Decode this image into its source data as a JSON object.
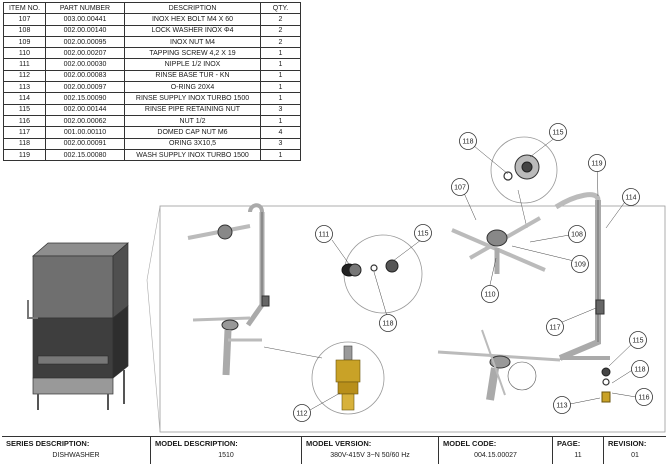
{
  "parts_table": {
    "headers": [
      "ITEM NO.",
      "PART NUMBER",
      "DESCRIPTION",
      "QTY."
    ],
    "rows": [
      [
        "107",
        "003.00.00441",
        "INOX HEX BOLT M4 X 60",
        "2"
      ],
      [
        "108",
        "002.00.00140",
        "LOCK WASHER INOX Φ4",
        "2"
      ],
      [
        "109",
        "002.00.00095",
        "INOX NUT M4",
        "2"
      ],
      [
        "110",
        "002.00.00207",
        "TAPPING SCREW 4,2 X 19",
        "1"
      ],
      [
        "111",
        "002.00.00030",
        "NIPPLE 1/2 INOX",
        "1"
      ],
      [
        "112",
        "002.00.00083",
        "RINSE BASE TUR - KN",
        "1"
      ],
      [
        "113",
        "002.00.00097",
        "O-RING 20X4",
        "1"
      ],
      [
        "114",
        "002.15.00090",
        "RINSE SUPPLY INOX TURBO 1500",
        "1"
      ],
      [
        "115",
        "002.00.00144",
        "RINSE PIPE RETAINING NUT",
        "3"
      ],
      [
        "116",
        "002.00.00062",
        "NUT 1/2",
        "1"
      ],
      [
        "117",
        "001.00.00110",
        "DOMED CAP NUT M6",
        "4"
      ],
      [
        "118",
        "002.00.00091",
        "ORING 3X10,5",
        "3"
      ],
      [
        "119",
        "002.15.00080",
        "WASH SUPPLY INOX  TURBO 1500",
        "1"
      ]
    ]
  },
  "callouts": {
    "c107": "107",
    "c108": "108",
    "c109": "109",
    "c110": "110",
    "c111": "111",
    "c112": "112",
    "c113": "113",
    "c114": "114",
    "c115a": "115",
    "c115b": "115",
    "c115c": "115",
    "c116": "116",
    "c117": "117",
    "c118a": "118",
    "c118b": "118",
    "c118c": "118",
    "c119": "119"
  },
  "title_block": {
    "series_label": "SERIES DESCRIPTION:",
    "series_value": "DISHWASHER",
    "model_desc_label": "MODEL DESCRIPTION:",
    "model_desc_value": "1510",
    "model_version_label": "MODEL VERSION:",
    "model_version_value": "380V-415V 3~N 50/60 Hz",
    "model_code_label": "MODEL CODE:",
    "model_code_value": "004.15.00027",
    "page_label": "PAGE:",
    "page_value": "11",
    "revision_label": "REVISION:",
    "revision_value": "01"
  },
  "colors": {
    "line": "#333333",
    "metal": "#b8b8b8",
    "dark_metal": "#555555",
    "brass": "#c9a227"
  }
}
